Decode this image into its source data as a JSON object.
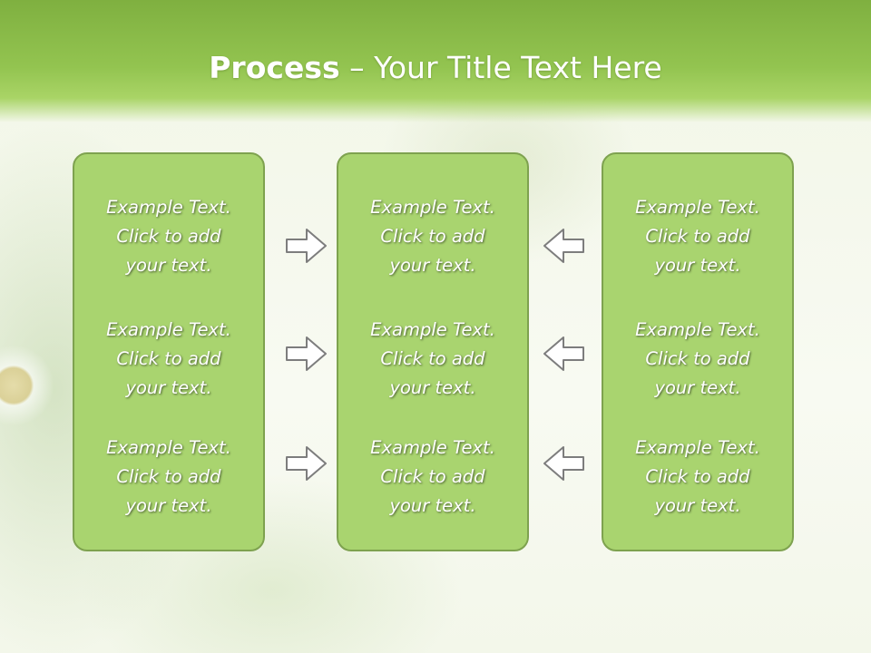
{
  "slide": {
    "title_bold": "Process",
    "title_rest": " – Your Title Text Here"
  },
  "columns": [
    {
      "items": [
        {
          "line1": "Example Text.",
          "line2": "Click  to add",
          "line3": "your text."
        },
        {
          "line1": "Example Text.",
          "line2": "Click  to add",
          "line3": "your text."
        },
        {
          "line1": "Example Text.",
          "line2": "Click  to add",
          "line3": "your text."
        }
      ]
    },
    {
      "items": [
        {
          "line1": "Example Text.",
          "line2": "Click  to add",
          "line3": "your text."
        },
        {
          "line1": "Example Text.",
          "line2": "Click  to add",
          "line3": "your text."
        },
        {
          "line1": "Example Text.",
          "line2": "Click  to add",
          "line3": "your text."
        }
      ]
    },
    {
      "items": [
        {
          "line1": "Example Text.",
          "line2": "Click  to add",
          "line3": "your text."
        },
        {
          "line1": "Example Text.",
          "line2": "Click  to add",
          "line3": "your text."
        },
        {
          "line1": "Example Text.",
          "line2": "Click  to add",
          "line3": "your text."
        }
      ]
    }
  ],
  "arrows": {
    "left_group": "arrow-right-icon",
    "right_group": "arrow-left-icon"
  },
  "colors": {
    "header": "#8cbf4b",
    "box_fill": "#a9d46f",
    "box_border": "#7ea24f",
    "text": "#ffffff"
  }
}
